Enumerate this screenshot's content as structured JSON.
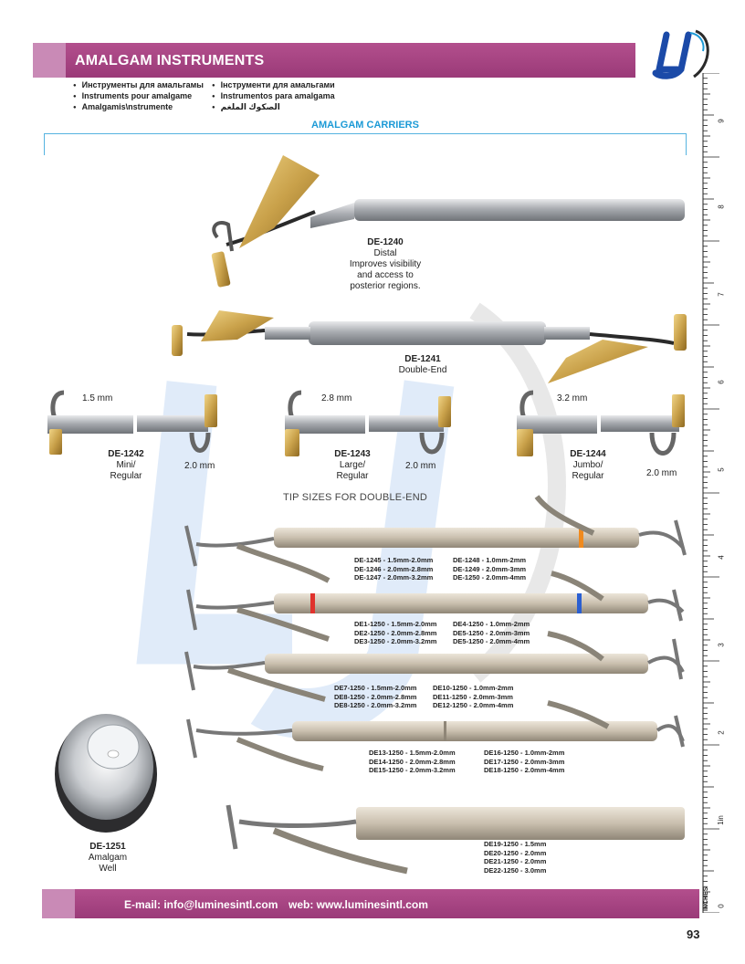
{
  "header": {
    "title": "AMALGAM INSTRUMENTS"
  },
  "languages": {
    "left": [
      "Инструменты для амальгамы",
      "Instruments pour amalgame",
      "Amalgamis\\nstrumente"
    ],
    "right": [
      "Інструменти для амальгами",
      "Instrumentos para amalgama",
      "الصكوك الملغم"
    ]
  },
  "section": {
    "title": "AMALGAM CARRIERS"
  },
  "products": {
    "de1240": {
      "code": "DE-1240",
      "lines": [
        "Distal",
        "Improves visibility",
        "and access to",
        "posterior regions."
      ]
    },
    "de1241": {
      "code": "DE-1241",
      "desc": "Double-End"
    },
    "de1242": {
      "code": "DE-1242",
      "line1": "Mini/",
      "line2": "Regular",
      "size_top": "1.5 mm",
      "size_bottom": "2.0 mm"
    },
    "de1243": {
      "code": "DE-1243",
      "line1": "Large/",
      "line2": "Regular",
      "size_top": "2.8 mm",
      "size_bottom": "2.0 mm"
    },
    "de1244": {
      "code": "DE-1244",
      "line1": "Jumbo/",
      "line2": "Regular",
      "size_top": "3.2 mm",
      "size_bottom": "2.0 mm"
    },
    "de1251": {
      "code": "DE-1251",
      "line1": "Amalgam",
      "line2": "Well"
    }
  },
  "tip_sizes_title": "TIP SIZES FOR DOUBLE-END",
  "code_groups": [
    {
      "left": [
        "DE-1245 - 1.5mm-2.0mm",
        "DE-1246 - 2.0mm-2.8mm",
        "DE-1247 - 2.0mm-3.2mm"
      ],
      "right": [
        "DE-1248 - 1.0mm-2mm",
        "DE-1249 - 2.0mm-3mm",
        "DE-1250 - 2.0mm-4mm"
      ]
    },
    {
      "left": [
        "DE1-1250 - 1.5mm-2.0mm",
        "DE2-1250 - 2.0mm-2.8mm",
        "DE3-1250 - 2.0mm-3.2mm"
      ],
      "right": [
        "DE4-1250 - 1.0mm-2mm",
        "DE5-1250 - 2.0mm-3mm",
        "DE5-1250 - 2.0mm-4mm"
      ]
    },
    {
      "left": [
        "DE7-1250 - 1.5mm-2.0mm",
        "DE8-1250 - 2.0mm-2.8mm",
        "DE8-1250 - 2.0mm-3.2mm"
      ],
      "right": [
        "DE10-1250 - 1.0mm-2mm",
        "DE11-1250 - 2.0mm-3mm",
        "DE12-1250 - 2.0mm-4mm"
      ]
    },
    {
      "left": [
        "DE13-1250 - 1.5mm-2.0mm",
        "DE14-1250 - 2.0mm-2.8mm",
        "DE15-1250 - 2.0mm-3.2mm"
      ],
      "right": [
        "DE16-1250 - 1.0mm-2mm",
        "DE17-1250 - 2.0mm-3mm",
        "DE18-1250 - 2.0mm-4mm"
      ]
    },
    {
      "left": [],
      "right": [
        "DE19-1250 - 1.5mm",
        "DE20-1250 - 2.0mm",
        "DE21-1250 - 2.0mm",
        "DE22-1250 - 3.0mm"
      ]
    }
  ],
  "ruler": {
    "numbers": [
      "9",
      "8",
      "7",
      "6",
      "5",
      "4",
      "3",
      "2",
      "1in",
      "0"
    ],
    "label": "INCHES"
  },
  "footer": {
    "email": "E-mail: info@luminesintl.com",
    "web": "web: www.luminesintl.com"
  },
  "page_number": "93",
  "colors": {
    "brand_magenta": "#a3427f",
    "accent_blue": "#1c9ad6",
    "gold": "#c9a14a",
    "steel": "#b9bcc0"
  }
}
